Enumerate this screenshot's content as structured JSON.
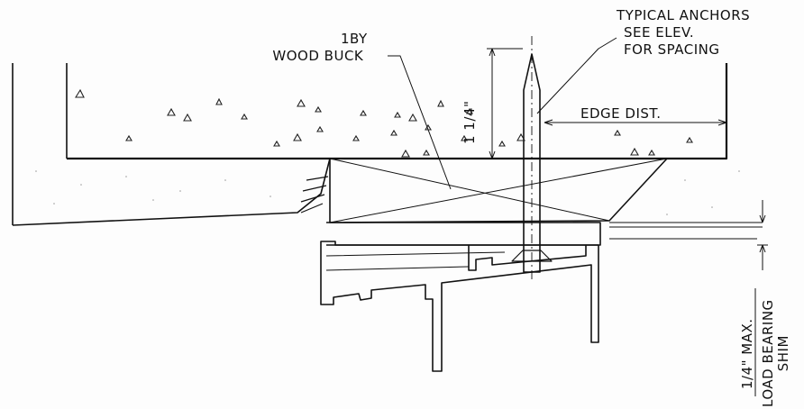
{
  "labels": {
    "anchors_line1": "TYPICAL ANCHORS",
    "anchors_line2": "SEE ELEV.",
    "anchors_line3": "FOR SPACING",
    "buck_line1": "1BY",
    "buck_line2": "WOOD BUCK",
    "dim_vertical": "1 1/4\"",
    "edge_dist": "EDGE DIST.",
    "shim_max": "1/4\" MAX.",
    "shim_line1": "LOAD BEARING",
    "shim_line2": "SHIM"
  },
  "colors": {
    "line": "#111111",
    "texture": "#8a8a8a"
  }
}
